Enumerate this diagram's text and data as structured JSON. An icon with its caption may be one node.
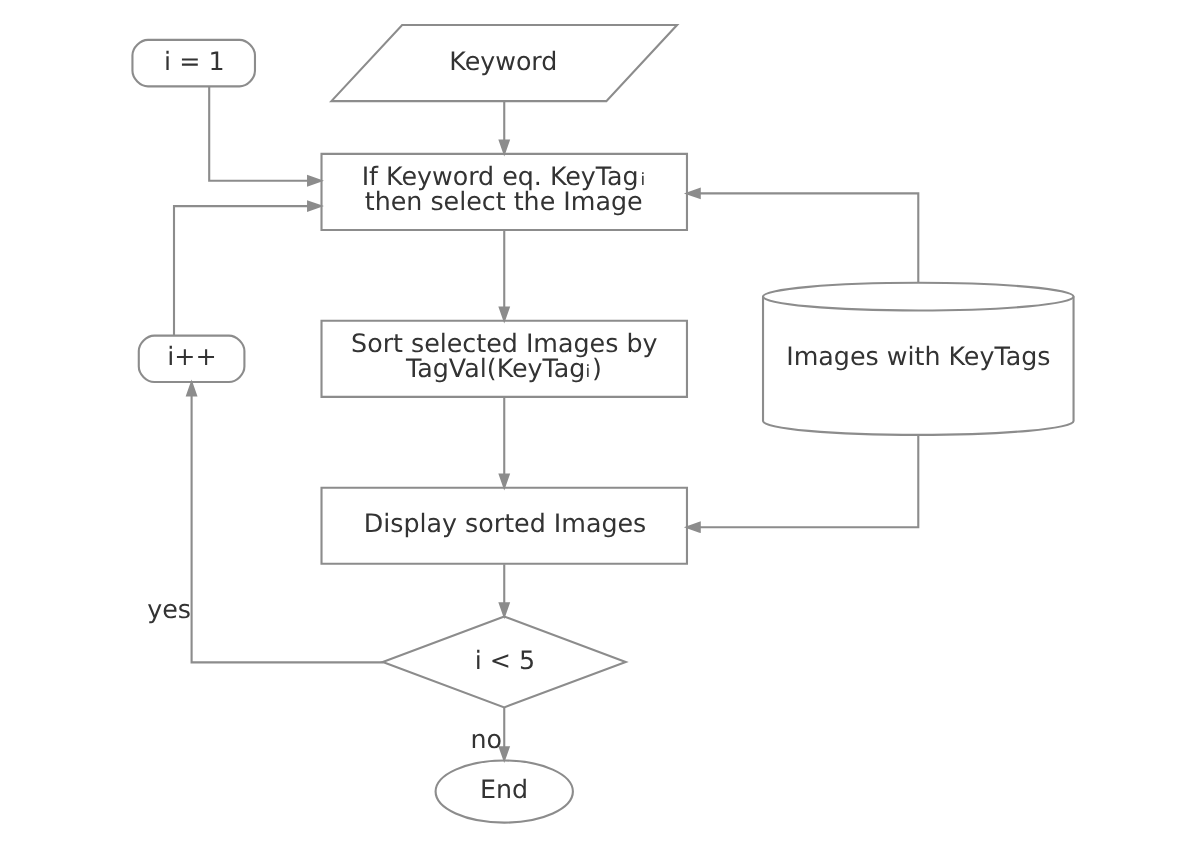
{
  "diagram": {
    "nodes": [
      {
        "text": [
          "Keyword"
        ]
      },
      {
        "text": [
          "i = 1"
        ]
      },
      {
        "text": [
          "If Keyword eq. KeyTag$_{i}$ then select the Image"
        ]
      },
      {
        "text": [
          "Sort selected Images by TagVal(KeyTag$_{i}$)"
        ]
      },
      {
        "text": [
          "Images with KeyTags"
        ]
      },
      {
        "text": [
          "i++"
        ]
      },
      {
        "text": [
          "Display sorted Images"
        ]
      },
      {
        "text": [
          "i < 5"
        ]
      },
      {
        "text": [
          "End"
        ]
      }
    ],
    "edges": [
      {
        "from": 0,
        "to": 2,
        "arrow": "to"
      },
      {
        "from": 1,
        "to": 2,
        "arrow": "to"
      },
      {
        "from": 2,
        "to": 3,
        "arrow": "to"
      },
      {
        "from": 4,
        "to": 2,
        "arrow": "to"
      },
      {
        "from": 3,
        "to": 6,
        "arrow": "to"
      },
      {
        "from": 4,
        "to": 6,
        "arrow": "to"
      },
      {
        "from": 6,
        "to": 7,
        "arrow": "to"
      },
      {
        "from": 7,
        "to": 5,
        "label": "yes",
        "arrow": "to"
      },
      {
        "from": 5,
        "to": 2,
        "arrow": "to"
      },
      {
        "from": 7,
        "to": 8,
        "label": "no",
        "arrow": "to"
      }
    ]
  }
}
